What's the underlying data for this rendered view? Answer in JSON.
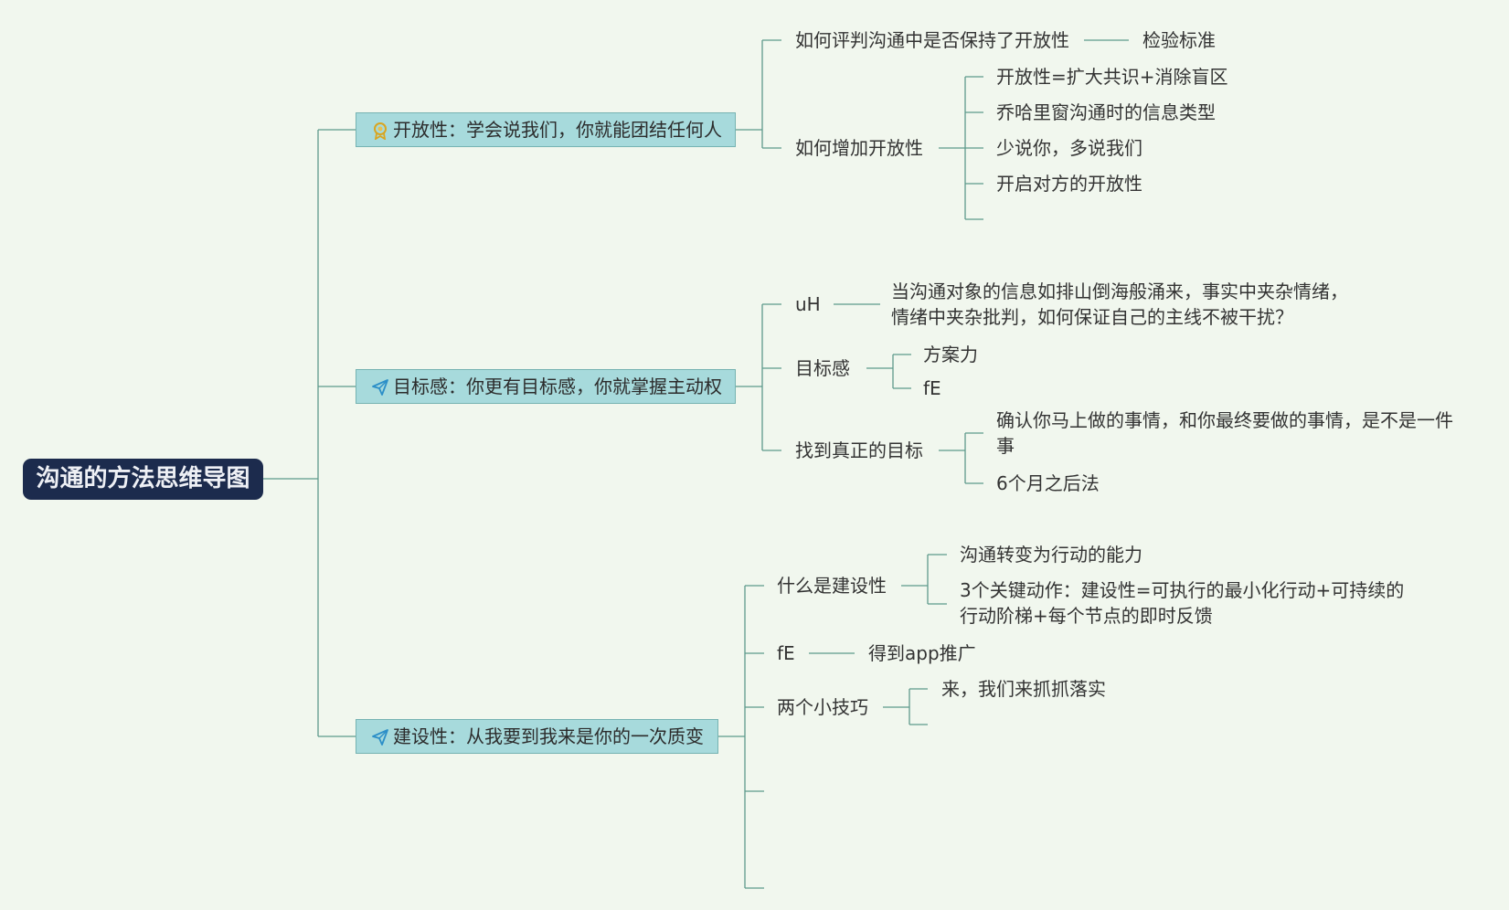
{
  "root": {
    "label": "沟通的方法思维导图"
  },
  "branches": [
    {
      "label": "开放性：学会说我们，你就能团结任何人",
      "icon": "medal-icon",
      "children": [
        {
          "label": "如何评判沟通中是否保持了开放性",
          "children": [
            "检验标准"
          ]
        },
        {
          "label": "如何增加开放性",
          "children": [
            "开放性=扩大共识+消除盲区",
            "乔哈里窗沟通时的信息类型",
            "少说你，多说我们",
            "开启对方的开放性",
            ""
          ]
        }
      ]
    },
    {
      "label": "目标感：你更有目标感，你就掌握主动权",
      "icon": "paper-plane-icon",
      "children": [
        {
          "label": "uH",
          "children": [
            "当沟通对象的信息如排山倒海般涌来，事实中夹杂情绪，情绪中夹杂批判，如何保证自己的主线不被干扰？"
          ]
        },
        {
          "label": "目标感",
          "children": [
            "方案力",
            "fE"
          ]
        },
        {
          "label": "找到真正的目标",
          "children": [
            "确认你马上做的事情，和你最终要做的事情，是不是一件事",
            "6个月之后法"
          ]
        }
      ]
    },
    {
      "label": "建设性：从我要到我来是你的一次质变",
      "icon": "paper-plane-icon",
      "children": [
        {
          "label": "什么是建设性",
          "children": [
            "沟通转变为行动的能力",
            "3个关键动作：建设性=可执行的最小化行动+可持续的行动阶梯+每个节点的即时反馈"
          ]
        },
        {
          "label": "fE",
          "children": [
            "得到app推广"
          ]
        },
        {
          "label": "两个小技巧",
          "children": [
            "来，我们来抓抓落实",
            ""
          ]
        },
        {
          "label": "",
          "children": []
        },
        {
          "label": "",
          "children": []
        }
      ]
    }
  ],
  "colors": {
    "background": "#f1f7ee",
    "root": "#1c2b4d",
    "branch_box": "#a7dadc",
    "connector": "#5e9a8c"
  }
}
